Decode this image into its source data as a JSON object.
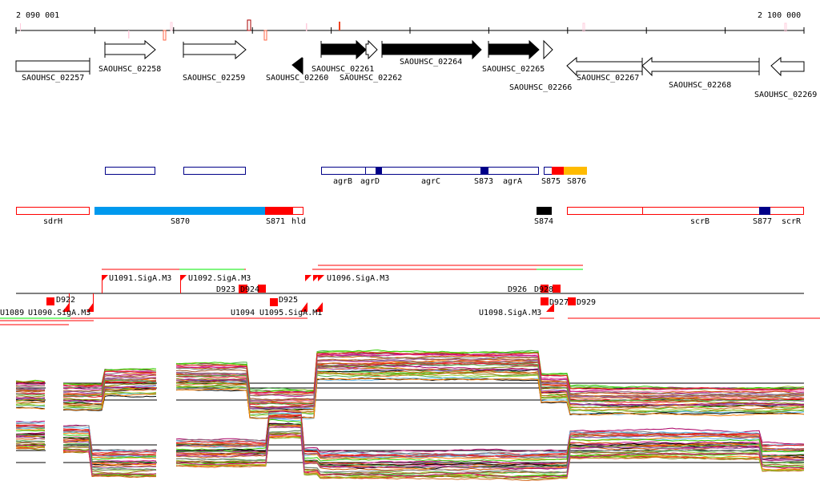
{
  "ruler": {
    "start": "2 090 001",
    "end": "2 100 000"
  },
  "genes": [
    "SAOUHSC_02257",
    "SAOUHSC_02258",
    "SAOUHSC_02259",
    "SAOUHSC_02260",
    "SAOUHSC_02261",
    "SAOUHSC_02262",
    "SAOUHSC_02264",
    "SAOUHSC_02265",
    "SAOUHSC_02266",
    "SAOUHSC_02267",
    "SAOUHSC_02268",
    "SAOUHSC_02269"
  ],
  "features_top": [
    "agrB",
    "agrD",
    "agrC",
    "S873",
    "agrA",
    "S875",
    "S876"
  ],
  "features_mid": [
    "sdrH",
    "S870",
    "S871",
    "hld",
    "S874",
    "scrB",
    "S877",
    "scrR"
  ],
  "promoters": [
    "U1091.SigA.M3",
    "U1092.SigA.M3",
    "D923",
    "D924",
    "U1089",
    "U1090.SigA.M3",
    "D922",
    "D925",
    "U1094",
    "U1095.SigA.M1",
    "U1096.SigA.M3",
    "U1098.SigA.M3",
    "D926",
    "D928",
    "D927",
    "D929"
  ],
  "colors": {
    "red": "#ff0000",
    "blue": "#0099ee",
    "navy": "#000088",
    "orange": "#ffbb00",
    "green": "#00ee00"
  }
}
